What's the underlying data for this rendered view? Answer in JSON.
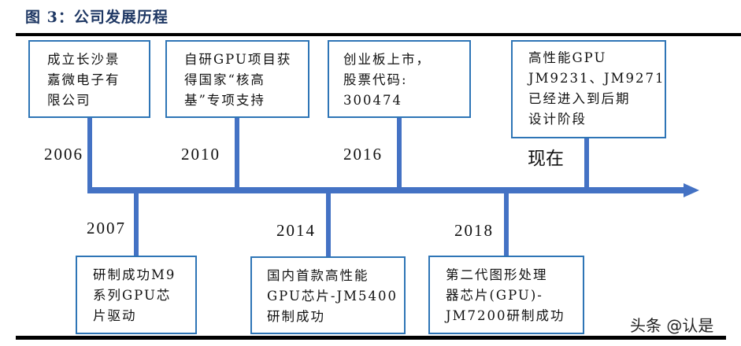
{
  "figure": {
    "title": "图 3：公司发展历程"
  },
  "timeline": {
    "axis_color": "#4472c4",
    "box_border_color": "#2e75b6",
    "events_above": [
      {
        "year": "2006",
        "lines": [
          "成立长沙景",
          "嘉微电子有",
          "限公司"
        ]
      },
      {
        "year": "2010",
        "lines": [
          "自研GPU项目获",
          "得国家“核高",
          "基”专项支持"
        ]
      },
      {
        "year": "2016",
        "lines": [
          "创业板上市，",
          "股票代码:",
          "300474"
        ]
      },
      {
        "year": "现在",
        "lines": [
          "高性能GPU",
          "JM9231、JM9271",
          "已经进入到后期",
          "设计阶段"
        ]
      }
    ],
    "events_below": [
      {
        "year": "2007",
        "lines": [
          "研制成功M9",
          "系列GPU芯",
          "片驱动"
        ]
      },
      {
        "year": "2014",
        "lines": [
          "国内首款高性能",
          "GPU芯片-JM5400",
          "研制成功"
        ]
      },
      {
        "year": "2018",
        "lines": [
          "第二代图形处理",
          "器芯片(GPU)-",
          "JM7200研制成功"
        ]
      }
    ]
  },
  "watermark": "头条 @认是"
}
